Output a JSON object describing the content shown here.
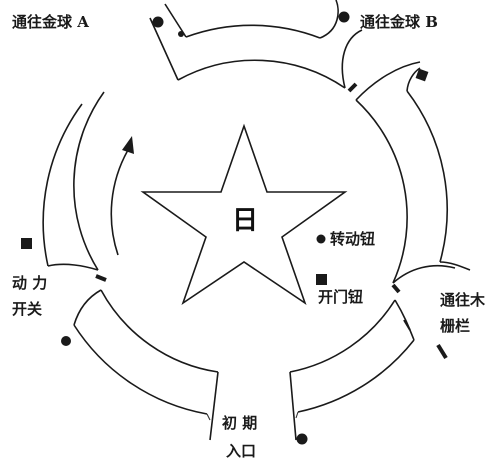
{
  "diagram": {
    "labels": {
      "to_ball_a": "通往金球 A",
      "to_ball_b": "通往金球 B",
      "to_fence_line1": "通往木",
      "to_fence_line2": "栅栏",
      "power_line1": "动 力",
      "power_line2": "开关",
      "rotate_button": "转动钮",
      "open_door_button": "开门钮",
      "entrance_line1": "初  期",
      "entrance_line2": "入口",
      "center_glyph": "日"
    },
    "colors": {
      "ink": "#1a1a1a",
      "background": "#ffffff",
      "star_fill": "#ffffff"
    },
    "markers": [
      {
        "name": "dot-ball-a",
        "shape": "dot"
      },
      {
        "name": "dot-ball-b",
        "shape": "dot"
      },
      {
        "name": "square-ball-b-gate",
        "shape": "square"
      },
      {
        "name": "square-power",
        "shape": "square"
      },
      {
        "name": "dot-power-gate",
        "shape": "dot"
      },
      {
        "name": "dot-entrance",
        "shape": "dot"
      },
      {
        "name": "dot-rotate",
        "shape": "dot"
      },
      {
        "name": "square-open-door",
        "shape": "square"
      }
    ]
  }
}
